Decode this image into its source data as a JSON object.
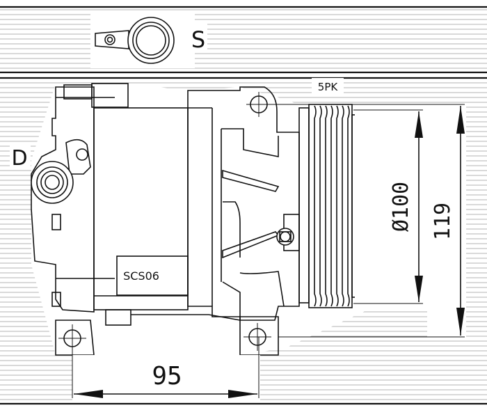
{
  "labels": {
    "suction": "S",
    "discharge": "D",
    "belt": "5PK",
    "model": "SCS06"
  },
  "dimensions": {
    "mount_spacing": "95",
    "pulley_diameter": "Ø100",
    "overall_height": "119"
  },
  "colors": {
    "line": "#111111",
    "hatch": "#9a9a9a",
    "background": "#ffffff"
  }
}
